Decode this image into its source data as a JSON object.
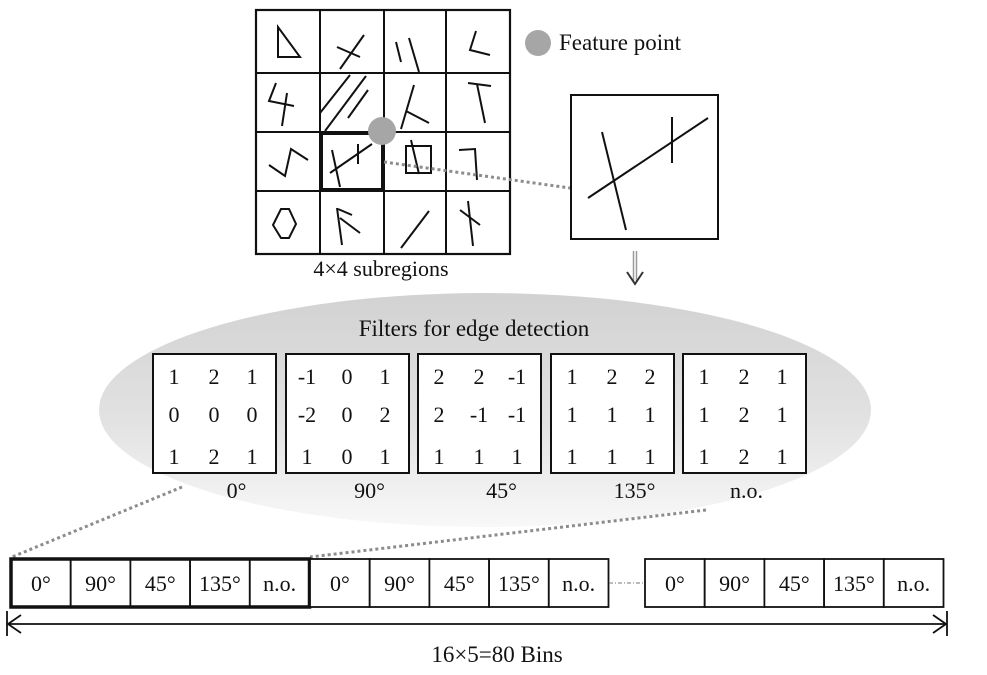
{
  "feature_point": {
    "legend_label": "Feature point",
    "color": "#a6a6a6"
  },
  "grid": {
    "caption": "4×4 subregions",
    "rows": 4,
    "cols": 4,
    "highlighted_cell": {
      "row": 2,
      "col": 1
    },
    "cell_glyphs": [
      [
        "triangle",
        "cross",
        "two-lines",
        "angle-left"
      ],
      [
        "four-shape",
        "three-diagonals",
        "k-shape",
        "t-shape"
      ],
      [
        "s-zigzag",
        "cross-with-tick",
        "square-with-line",
        "seven-shape"
      ],
      [
        "hexagon",
        "arrow-branch",
        "diagonal-line",
        "x-shape"
      ]
    ]
  },
  "zoom_box": {
    "glyph": "cross-with-tick"
  },
  "filters": {
    "title": "Filters for edge detection",
    "items": [
      {
        "label": "0°",
        "matrix": [
          [
            "1",
            "2",
            "1"
          ],
          [
            "0",
            "0",
            "0"
          ],
          [
            "1",
            "2",
            "1"
          ]
        ]
      },
      {
        "label": "90°",
        "matrix": [
          [
            "-1",
            "0",
            "1"
          ],
          [
            "-2",
            "0",
            "2"
          ],
          [
            "1",
            "0",
            "1"
          ]
        ]
      },
      {
        "label": "45°",
        "matrix": [
          [
            "2",
            "2",
            "-1"
          ],
          [
            "2",
            "-1",
            "-1"
          ],
          [
            "1",
            "1",
            "1"
          ]
        ]
      },
      {
        "label": "135°",
        "matrix": [
          [
            "1",
            "2",
            "2"
          ],
          [
            "1",
            "1",
            "1"
          ],
          [
            "1",
            "1",
            "1"
          ]
        ]
      },
      {
        "label": "n.o.",
        "matrix": [
          [
            "1",
            "2",
            "1"
          ],
          [
            "1",
            "2",
            "1"
          ],
          [
            "1",
            "2",
            "1"
          ]
        ]
      }
    ]
  },
  "bins": {
    "groups": [
      {
        "highlighted": true,
        "labels": [
          "0°",
          "90°",
          "45°",
          "135°",
          "n.o."
        ]
      },
      {
        "highlighted": false,
        "labels": [
          "0°",
          "90°",
          "45°",
          "135°",
          "n.o."
        ]
      },
      {
        "highlighted": false,
        "labels": [
          "0°",
          "90°",
          "45°",
          "135°",
          "n.o."
        ]
      }
    ],
    "caption": "16×5=80 Bins"
  },
  "colors": {
    "line": "#111111",
    "dotted": "#8c8c8c",
    "ellipse_dark": "#cfcfcf",
    "ellipse_light": "#f7f7f7"
  }
}
